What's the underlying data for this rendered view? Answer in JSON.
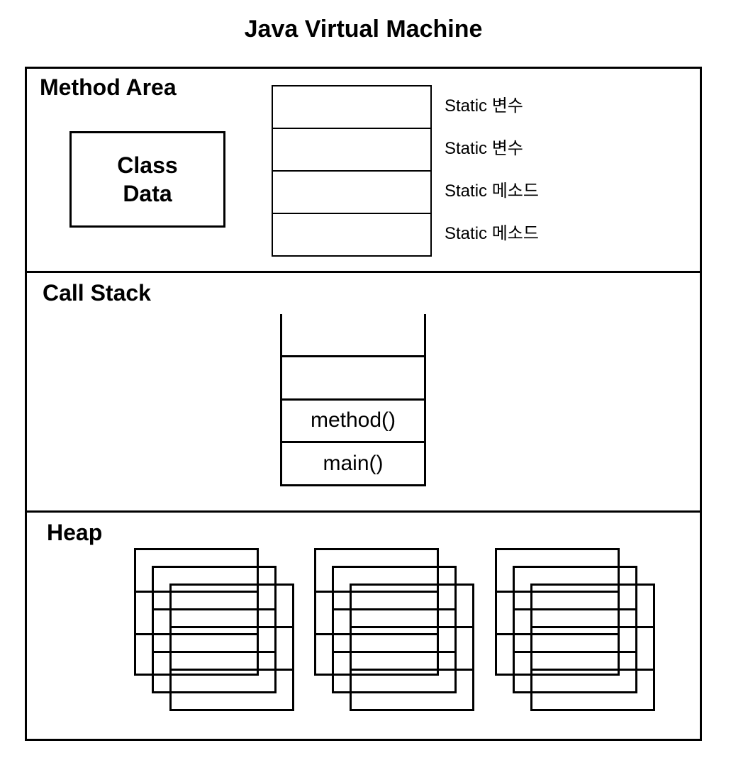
{
  "title": "Java Virtual Machine",
  "colors": {
    "line": "#000000",
    "background": "#ffffff",
    "text": "#000000"
  },
  "method_area": {
    "label": "Method Area",
    "class_box_lines": [
      "Class",
      "Data"
    ],
    "static_slots": [
      "",
      "",
      "",
      ""
    ],
    "static_labels": [
      "Static 변수",
      "Static 변수",
      "Static 메소드",
      "Static 메소드"
    ]
  },
  "call_stack": {
    "label": "Call Stack",
    "frames": [
      "",
      "",
      "method()",
      "main()"
    ]
  },
  "heap": {
    "label": "Heap",
    "cluster_count": 3,
    "objects_per_cluster": 3,
    "rows_per_object": 3
  }
}
